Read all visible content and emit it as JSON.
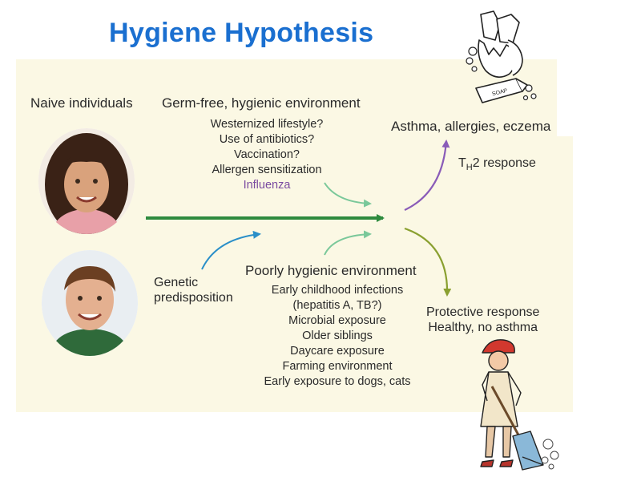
{
  "title": "Hygiene Hypothesis",
  "diagram": {
    "naive_label": "Naive individuals",
    "germ_free": {
      "heading": "Germ-free, hygienic environment",
      "factors": [
        "Westernized lifestyle?",
        "Use of antibiotics?",
        "Vaccination?",
        "Allergen sensitization"
      ],
      "highlight": "Influenza"
    },
    "outcome_allergy": "Asthma, allergies, eczema",
    "th2": {
      "t": "T",
      "sub": "H",
      "rest": "2 response"
    },
    "poor": {
      "heading": "Poorly hygienic environment",
      "factors": [
        "Early childhood infections",
        "(hepatitis A, TB?)",
        "Microbial exposure",
        "Older siblings",
        "Daycare exposure",
        "Farming environment",
        "Early exposure to dogs, cats"
      ]
    },
    "genetic": [
      "Genetic",
      "predisposition"
    ],
    "protective": [
      "Protective response",
      "Healthy, no asthma"
    ]
  },
  "colors": {
    "title": "#1a6fd0",
    "panel": "#fbf8e4",
    "main_arrow": "#2e8b3e",
    "light_arrow": "#7ac89a",
    "genetic_arrow": "#2a8fc8",
    "th2_arrow": "#8a5cb8",
    "protective_arrow": "#8aa030",
    "influenza": "#7a4aa0"
  },
  "icons": [
    "hands-washing-soap-icon",
    "girl-sweeping-broom-icon"
  ]
}
